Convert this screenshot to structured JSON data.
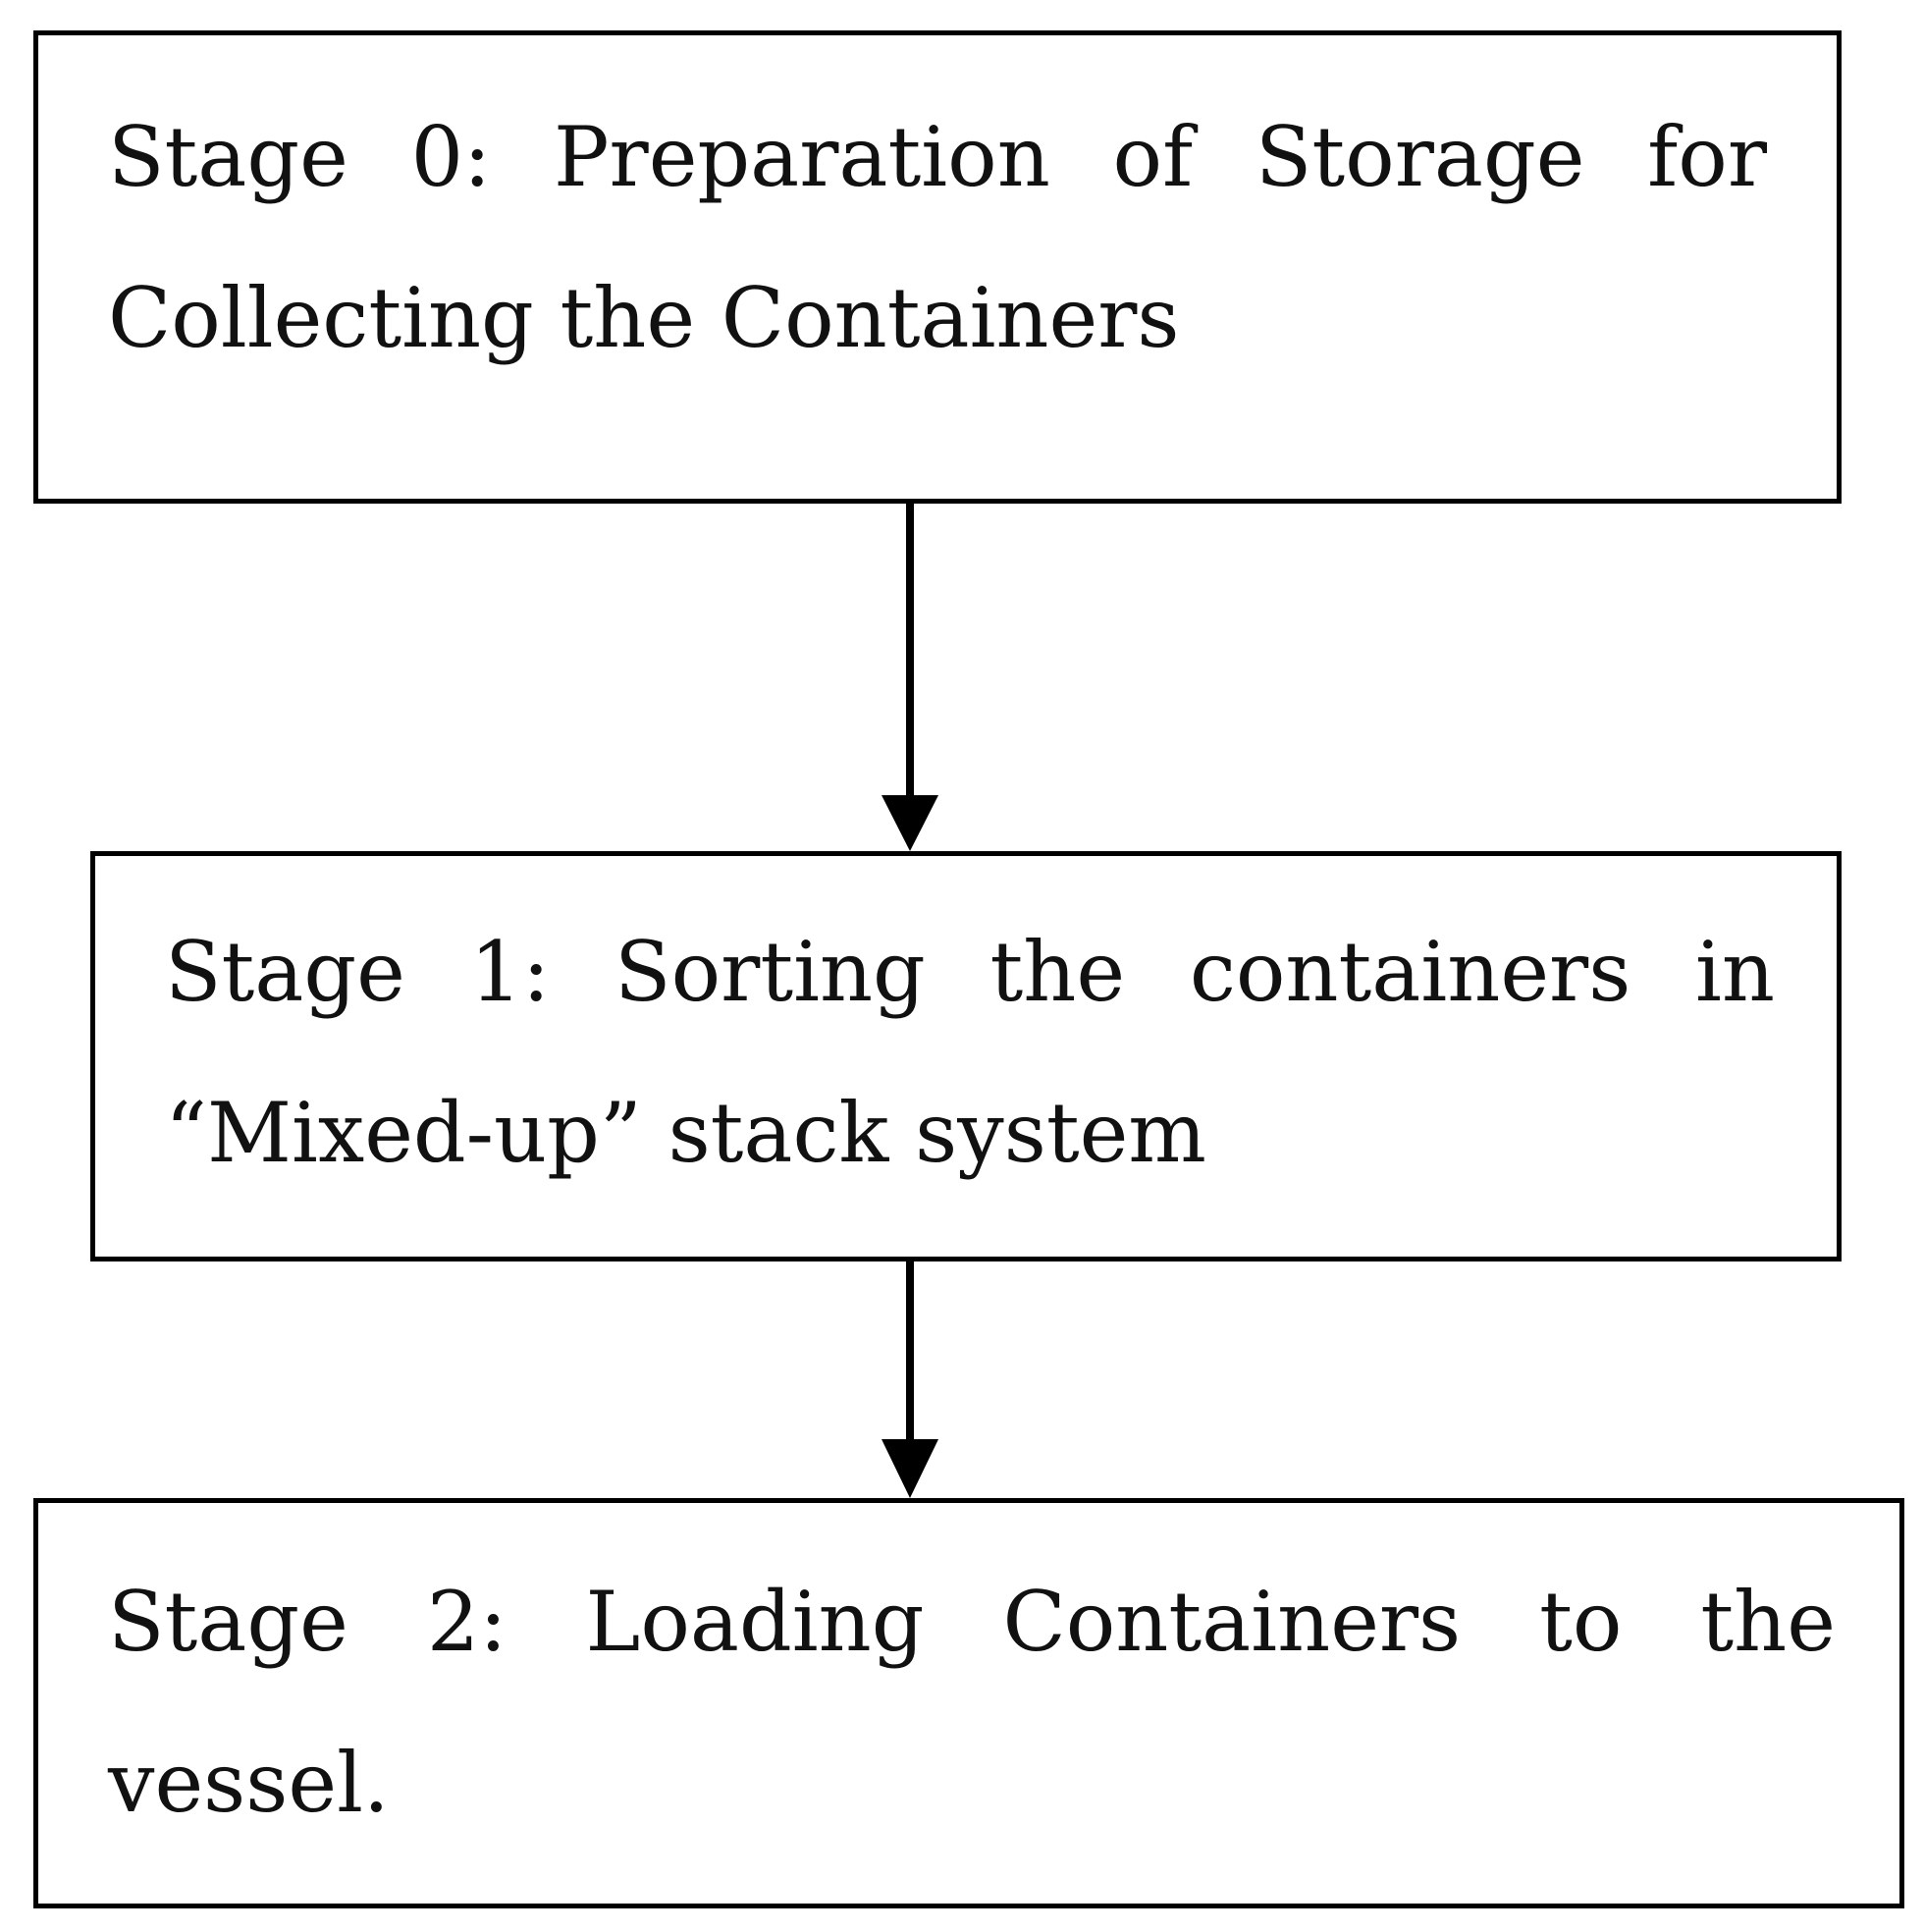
{
  "diagram": {
    "stages": [
      {
        "id": "stage-0",
        "text": "Stage 0: Preparation of Storage for Collecting the Containers"
      },
      {
        "id": "stage-1",
        "text": "Stage 1: Sorting the containers in “Mixed-up” stack system"
      },
      {
        "id": "stage-2",
        "text": "Stage 2: Loading Containers to the vessel."
      }
    ],
    "edges": [
      {
        "from": "stage-0",
        "to": "stage-1"
      },
      {
        "from": "stage-1",
        "to": "stage-2"
      }
    ],
    "colors": {
      "stroke": "#000000",
      "text": "#111111",
      "background": "#ffffff"
    }
  }
}
